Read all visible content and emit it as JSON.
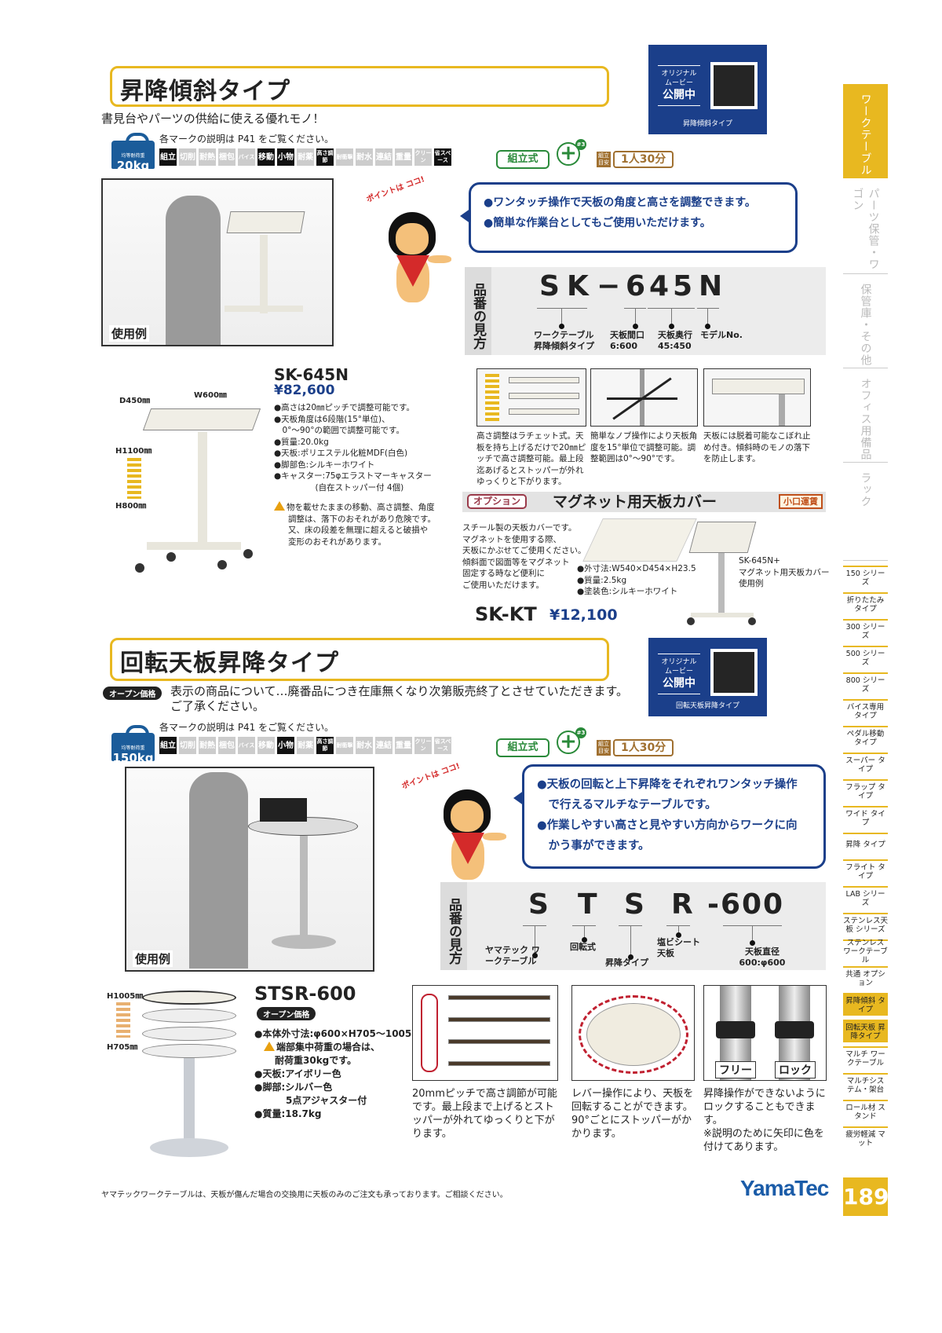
{
  "sidebar": {
    "main_tabs": [
      "ワークテーブル",
      "パーツ保管・ワゴン",
      "保管庫・その他",
      "オフィス用備品",
      "ラック"
    ],
    "sub_tabs": [
      "150 シリーズ",
      "折りたたみ タイプ",
      "300 シリーズ",
      "500 シリーズ",
      "800 シリーズ",
      "バイス専用 タイプ",
      "ペダル移動 タイプ",
      "スーパー タイプ",
      "フラップ タイプ",
      "ワイド タイプ",
      "昇降 タイプ",
      "フライト タイプ",
      "LAB シリーズ",
      "ステンレス天板 シリーズ",
      "ステンレス ワークテーブル",
      "共通 オプション",
      "昇降傾斜 タイプ",
      "回転天板 昇降タイプ",
      "マルチ ワークテーブル",
      "マルチシス テム・架台",
      "ロール材 スタンド",
      "疲労軽減 マット"
    ],
    "active_sub": [
      "昇降傾斜 タイプ",
      "回転天板 昇降タイプ"
    ]
  },
  "marks": [
    "組立",
    "切削",
    "耐熱",
    "梱包",
    "バイス",
    "移動",
    "小物",
    "耐薬",
    "高さ調節",
    "耐衝撃",
    "耐水",
    "連結",
    "重量",
    "クリーン",
    "省スペース"
  ],
  "common": {
    "marks_note": "各マークの説明は P41 をご覧ください。",
    "weight_label": "均等耐荷重",
    "assembly": "組立式",
    "plus_tag": "#3",
    "time_label": "組立目安",
    "time": "1人30分",
    "usage": "使用例",
    "point": "ポイントは ココ!",
    "pn_side": "品番の見方",
    "movie": "オリジナル ムービー",
    "movie_big": "公開中"
  },
  "section1": {
    "title": "昇降傾斜タイプ",
    "subtitle": "書見台やパーツの供給に使える優れモノ！",
    "weight": "20kg",
    "qr_caption": "昇降傾斜タイプ",
    "active_marks": [
      "組立",
      "移動",
      "小物",
      "高さ調節",
      "省スペース"
    ],
    "bubble": [
      "●ワンタッチ操作で天板の角度と高さを調整できます。",
      "●簡単な作業台としてもご使用いただけます。"
    ],
    "part_number": {
      "chars": [
        "S",
        "K",
        "−",
        "6",
        "4",
        "5",
        "N"
      ],
      "labels": [
        "ワークテーブル 昇降傾斜タイプ",
        "天板間口 6:600",
        "天板奥行 45:450",
        "モデルNo."
      ]
    },
    "dims": {
      "d": "D450㎜",
      "w": "W600㎜",
      "h_max": "H1100㎜",
      "h_min": "H800㎜"
    },
    "model": "SK-645N",
    "price": "¥82,600",
    "specs": [
      "●高さは20㎜ピッチで調整可能です。",
      "●天板角度は6段階(15°単位)、",
      "　0°～90°の範囲で調整可能です。",
      "●質量:20.0kg",
      "●天板:ポリエステル化粧MDF(白色)",
      "●脚部色:シルキーホワイト",
      "●キャスター:75φエラストマーキャスター",
      "　　　　　(自在ストッパー付 4個)"
    ],
    "warning": [
      "物を載せたままの移動、高さ調整、角度",
      "調整は、落下のおそれがあり危険です。",
      "又、床の段差を無理に超えると破損や",
      "変形のおそれがあります。"
    ],
    "details": [
      "高さ調整はラチェット式。天板を持ち上げるだけで20㎜ピッチで高さ調整可能。最上段迄あげるとストッパーが外れゆっくりと下がります。",
      "簡単なノブ操作により天板角度を15°単位で調整可能。調整範囲は0°～90°です。",
      "天板には脱着可能なこぼれ止め付き。傾斜時のモノの落下を防止します。"
    ],
    "option": {
      "tag": "オプション",
      "title": "マグネット用天板カバー",
      "small_lot": "小口運賃",
      "desc": [
        "スチール製の天板カバーです。",
        "マグネットを使用する際、",
        "天板にかぶせてご使用ください。",
        "傾斜面で図面等をマグネット",
        "固定する時など便利に",
        "ご使用いただけます。"
      ],
      "specs": [
        "●外寸法:W540×D454×H23.5",
        "●質量:2.5kg",
        "●塗装色:シルキーホワイト"
      ],
      "example": [
        "SK-645N+",
        "マグネット用天板カバー",
        "使用例"
      ],
      "model": "SK-KT",
      "price": "¥12,100"
    }
  },
  "section2": {
    "title": "回転天板昇降タイプ",
    "open_price": "オープン価格",
    "notice": [
      "表示の商品について…廃番品につき在庫無くなり次第販売終了とさせていただきます。",
      "ご了承ください。"
    ],
    "weight": "150kg",
    "qr_caption": "回転天板昇降タイプ",
    "active_marks": [
      "組立",
      "小物",
      "高さ調節"
    ],
    "bubble": [
      "●天板の回転と上下昇降をそれぞれワンタッチ操作",
      "　で行えるマルチなテーブルです。",
      "●作業しやすい高さと見やすい方向からワークに向",
      "　かう事ができます。"
    ],
    "part_number": {
      "chars": [
        "S",
        "T",
        "S",
        "R",
        "-600"
      ],
      "labels": [
        "ヤマテック ワークテーブル",
        "回転式",
        "昇降タイプ",
        "塩ビシート 天板",
        "天板直径 600:φ600"
      ]
    },
    "dims": {
      "h_max": "H1005㎜",
      "h_min": "H705㎜"
    },
    "model": "STSR-600",
    "specs": [
      "●本体外寸法:φ600×H705～1005",
      "端部集中荷重の場合は、",
      "耐荷重30kgです。",
      "●天板:アイボリー色",
      "●脚部:シルバー色",
      "5点アジャスター付",
      "●質量:18.7kg"
    ],
    "lock_labels": [
      "フリー",
      "ロック"
    ],
    "details": [
      "20mmピッチで高さ調節が可能です。最上段まで上げるとストッパーが外れてゆっくりと下がります。",
      "レバー操作により、天板を回転することができます。90°ごとにストッパーがかかります。",
      "昇降操作ができないようにロックすることもできます。",
      "※説明のために矢印に色を付けてあります。"
    ]
  },
  "footer": {
    "note": "ヤマテックワークテーブルは、天板が傷んだ場合の交換用に天板のみのご注文も承っております。ご相談ください。",
    "brand": "YamaTec",
    "page": "189"
  }
}
